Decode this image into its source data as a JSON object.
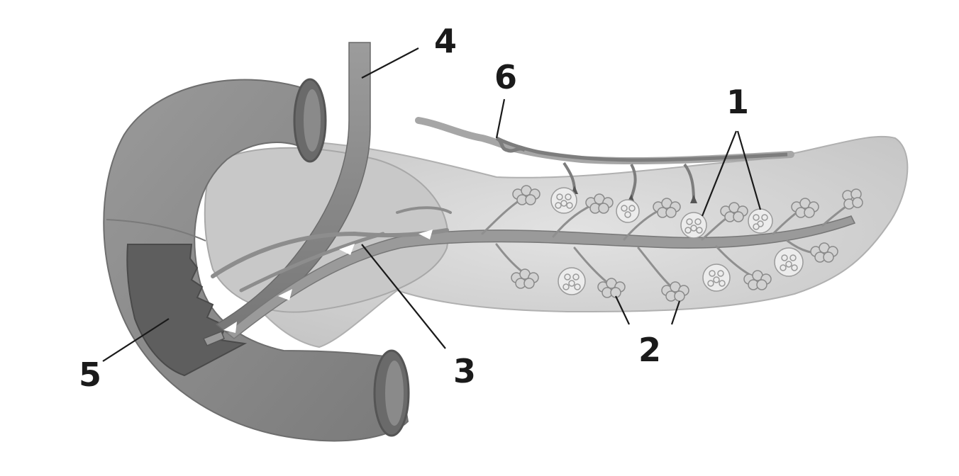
{
  "figure": {
    "labels": [
      "1",
      "2",
      "3",
      "4",
      "5",
      "6"
    ],
    "colors": {
      "background": "#ffffff",
      "duodenum_outer": "#8c8c8c",
      "duodenum_inner": "#5a5a5a",
      "pancreas": "#cfcfcf",
      "duct": "#8a8a8a",
      "acini": "#b5b5b5",
      "islets": "#e6e6e6",
      "label_text": "#1a1a1a"
    }
  }
}
